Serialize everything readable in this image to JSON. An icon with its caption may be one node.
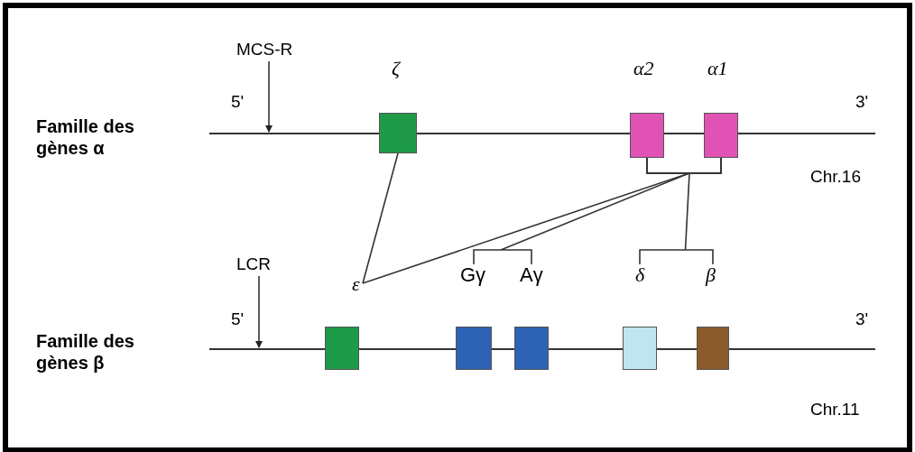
{
  "diagram": {
    "nodes": [
      {
        "text": [
          "MCS-R"
        ]
      },
      {
        "text": [
          "ζ"
        ]
      },
      {
        "text": [
          "α2"
        ]
      },
      {
        "text": [
          "α1"
        ]
      },
      {
        "text": [
          "LCR"
        ]
      },
      {
        "text": [
          "ε"
        ]
      },
      {
        "text": [
          "Gγ"
        ]
      },
      {
        "text": [
          "Aγ"
        ]
      },
      {
        "text": [
          "δ"
        ]
      },
      {
        "text": [
          "β"
        ]
      }
    ],
    "edges": [
      {
        "from": 0,
        "to": null,
        "arrow": "to"
      },
      {
        "from": 4,
        "to": null,
        "arrow": "to"
      },
      {
        "from": 1,
        "to": 5,
        "arrow": "none"
      },
      {
        "from": 2,
        "to": 5,
        "arrow": "none"
      },
      {
        "from": 3,
        "to": 5,
        "arrow": "none"
      },
      {
        "from": 2,
        "to": 6,
        "arrow": "none"
      },
      {
        "from": 2,
        "to": 7,
        "arrow": "none"
      },
      {
        "from": 3,
        "to": 6,
        "arrow": "none"
      },
      {
        "from": 3,
        "to": 7,
        "arrow": "none"
      },
      {
        "from": 2,
        "to": 8,
        "arrow": "none"
      },
      {
        "from": 2,
        "to": 9,
        "arrow": "none"
      },
      {
        "from": 3,
        "to": 8,
        "arrow": "none"
      },
      {
        "from": 3,
        "to": 9,
        "arrow": "none"
      }
    ],
    "labels": [
      "Famille des gènes α",
      "5'",
      "3'",
      "Chr.16",
      "Famille des gènes β",
      "5'",
      "3'",
      "Chr.11"
    ]
  }
}
